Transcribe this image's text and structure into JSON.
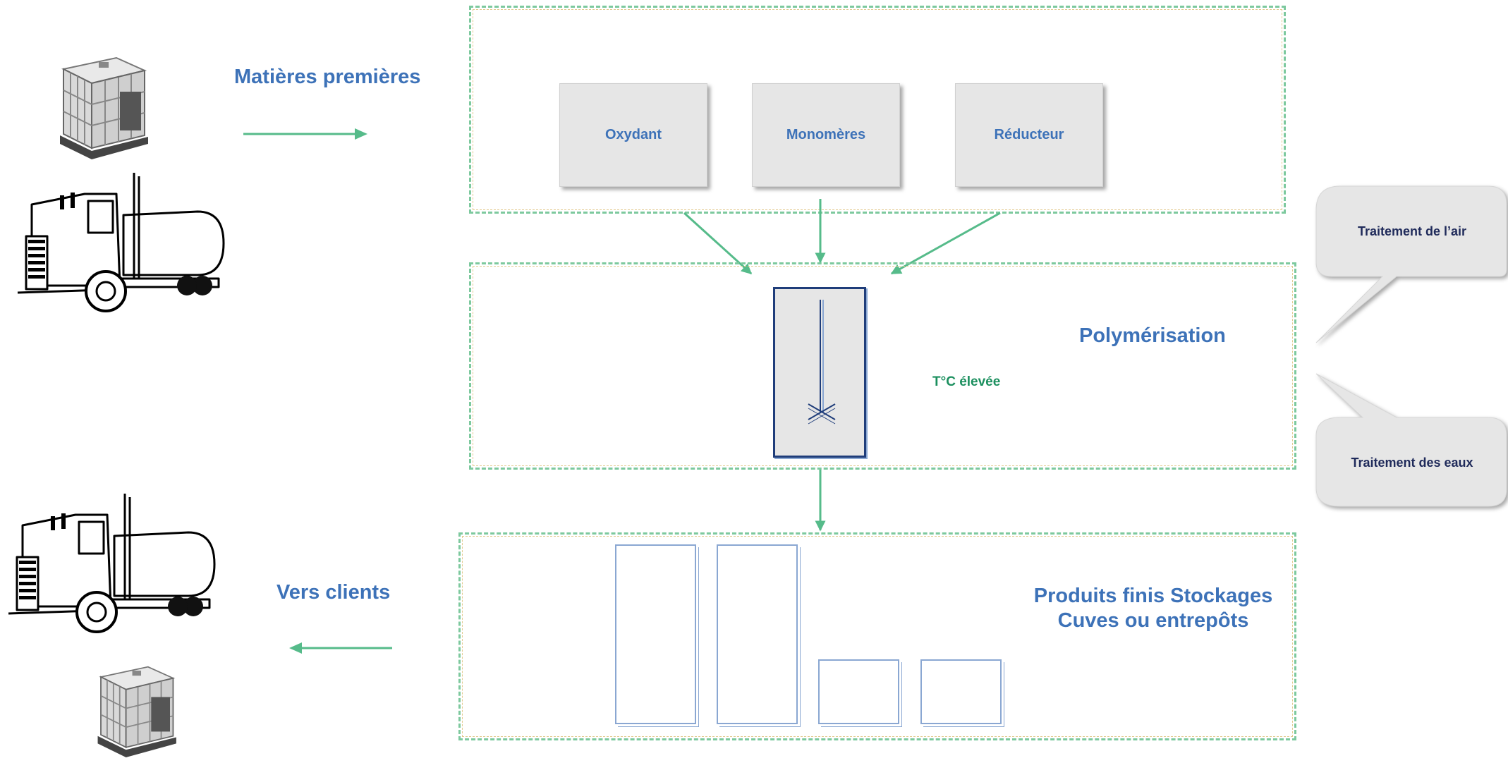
{
  "raw_materials_label": "Matières premières",
  "clients_label": "Vers clients",
  "inputs": [
    {
      "label": "Oxydant"
    },
    {
      "label": "Monomères"
    },
    {
      "label": "Réducteur"
    }
  ],
  "polymerization": {
    "label": "Polymérisation",
    "temperature_label": "T°C élevée"
  },
  "storage": {
    "line1": "Produits finis Stockages",
    "line2": "Cuves ou entrepôts"
  },
  "treatments": {
    "air": "Traitement de l’air",
    "water": "Traitement des eaux"
  },
  "colors": {
    "accent_blue": "#3d72b8",
    "arrow_green": "#56bb8a",
    "dashed_green": "#7dc99e",
    "tank_blue": "#8aa7d2",
    "reactor_navy": "#1f3d7a"
  },
  "icons": [
    "ibc-container-icon",
    "tanker-truck-icon"
  ]
}
